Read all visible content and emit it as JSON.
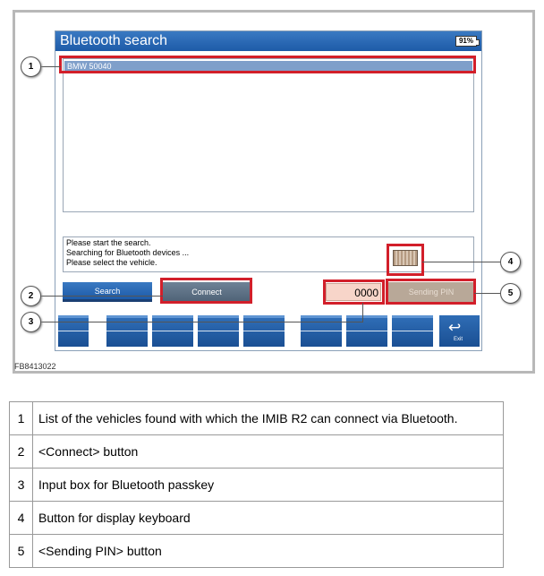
{
  "figure_id": "FB8413022",
  "screen": {
    "title": "Bluetooth search",
    "battery": "91%",
    "vehicles": [
      "BMW 50040"
    ],
    "status_lines": [
      "Please start the search.",
      "Searching for Bluetooth devices ...",
      "Please select the vehicle."
    ],
    "buttons": {
      "search": "Search",
      "connect": "Connect",
      "pin_value": "0000",
      "send_pin": "Sending PIN",
      "exit": "Exit"
    }
  },
  "callouts": [
    "1",
    "2",
    "3",
    "4",
    "5"
  ],
  "legend": [
    {
      "num": "1",
      "text": "List of the vehicles found with which the IMIB R2 can connect via Bluetooth."
    },
    {
      "num": "2",
      "text": "<Connect> button"
    },
    {
      "num": "3",
      "text": "Input box for Bluetooth passkey"
    },
    {
      "num": "4",
      "text": "Button for display keyboard"
    },
    {
      "num": "5",
      "text": "<Sending PIN> button"
    }
  ],
  "colors": {
    "title_bar": "#1d5ba8",
    "highlight": "#d21f2a",
    "selected_row": "#7f9fca",
    "pin_field": "#f7d5c9"
  }
}
